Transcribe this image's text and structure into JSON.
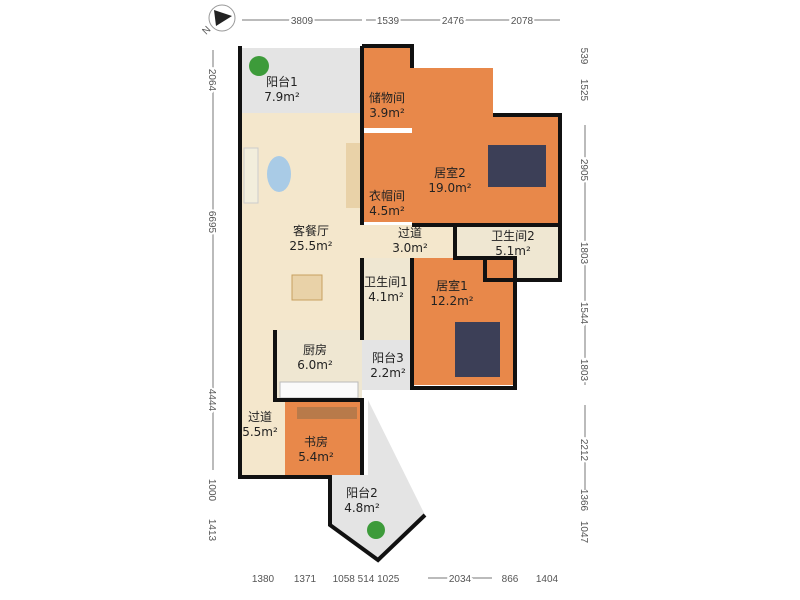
{
  "compass": {
    "label": "N"
  },
  "rooms": [
    {
      "id": "balcony1",
      "name": "阳台1",
      "area": "7.9m²"
    },
    {
      "id": "storage",
      "name": "储物间",
      "area": "3.9m²"
    },
    {
      "id": "cloakroom",
      "name": "衣帽间",
      "area": "4.5m²"
    },
    {
      "id": "bedroom2",
      "name": "居室2",
      "area": "19.0m²"
    },
    {
      "id": "living",
      "name": "客餐厅",
      "area": "25.5m²"
    },
    {
      "id": "hall1",
      "name": "过道",
      "area": "3.0m²"
    },
    {
      "id": "bath2",
      "name": "卫生间2",
      "area": "5.1m²"
    },
    {
      "id": "bath1",
      "name": "卫生间1",
      "area": "4.1m²"
    },
    {
      "id": "bedroom1",
      "name": "居室1",
      "area": "12.2m²"
    },
    {
      "id": "kitchen",
      "name": "厨房",
      "area": "6.0m²"
    },
    {
      "id": "balcony3",
      "name": "阳台3",
      "area": "2.2m²"
    },
    {
      "id": "hall2",
      "name": "过道",
      "area": "5.5m²"
    },
    {
      "id": "study",
      "name": "书房",
      "area": "5.4m²"
    },
    {
      "id": "balcony2",
      "name": "阳台2",
      "area": "4.8m²"
    }
  ],
  "dimensions": {
    "top": [
      "3809",
      "1539",
      "2476",
      "2078"
    ],
    "left": [
      "2064",
      "6695",
      "4444",
      "1000",
      "1413"
    ],
    "right": [
      "539",
      "1525",
      "2905",
      "1803",
      "1544",
      "1803",
      "2212",
      "1366",
      "1047"
    ],
    "bottom": [
      "1380",
      "1371",
      "1058 514 1025",
      "2034",
      "866",
      "1404"
    ]
  },
  "colors": {
    "wood": "#e8884a",
    "floor": "#f4e7cc",
    "tile": "#efe7d2",
    "balcony": "#e4e4e4",
    "wall": "#111111",
    "bed": "#3c3f57"
  }
}
